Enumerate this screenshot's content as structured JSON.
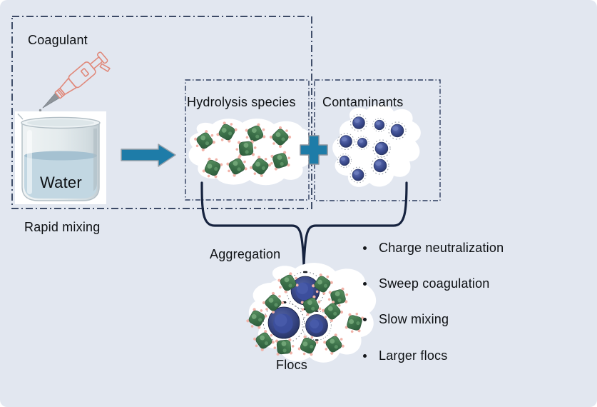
{
  "palette": {
    "background": "#e2e7f0",
    "line_navy": "#243452",
    "brace_navy": "#16233f",
    "teal_accent": "#1e7ca8",
    "green_particle": "#3a6b46",
    "blue_particle": "#34427c",
    "pipette_outline": "#e0897b"
  },
  "icons": {
    "pipette": "pipette-icon",
    "beaker": "beaker-icon",
    "arrow": "arrow-right-icon",
    "plus": "plus-icon",
    "bullet": "dot-icon"
  },
  "rapid_mixing_group": {
    "coagulant_label": "Coagulant",
    "water_label": "Water",
    "caption": "Rapid mixing"
  },
  "species_boxes": {
    "hydrolysis_label": "Hydrolysis species",
    "contaminants_label": "Contaminants"
  },
  "aggregation": {
    "label": "Aggregation",
    "floc_label": "Flocs"
  },
  "mechanisms": [
    "Charge neutralization",
    "Sweep coagulation",
    "Slow mixing",
    "Larger flocs"
  ]
}
